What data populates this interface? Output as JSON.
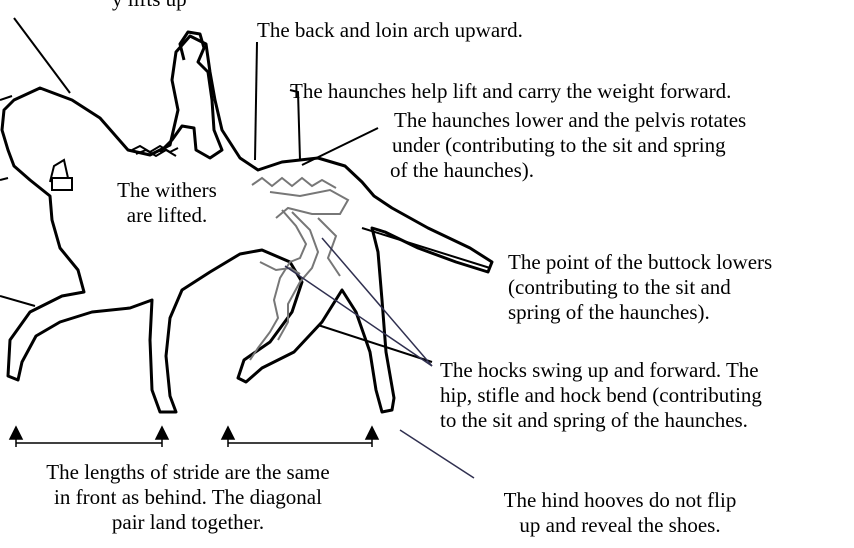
{
  "labels": {
    "top_fragment": "y lifts up",
    "back_loin": "The back and loin arch upward.",
    "haunches_lift": "The haunches help lift and carry the weight forward.",
    "pelvis": [
      "The haunches lower and the pelvis rotates",
      "under (contributing to the sit and spring",
      "of the haunches)."
    ],
    "withers": [
      "The withers",
      "are lifted."
    ],
    "buttock": [
      "The point of the buttock lowers",
      "(contributing to the sit and",
      "spring of the haunches)."
    ],
    "hocks": [
      "The hocks swing up and forward. The",
      "hip, stifle and hock bend (contributing",
      "to the sit and spring of the haunches."
    ],
    "stride": [
      "The lengths of stride are the same",
      "in front as behind. The diagonal",
      "pair land together."
    ],
    "hooves": [
      "The hind hooves do not flip",
      "up and reveal the shoes."
    ]
  },
  "colors": {
    "outline": "#000000",
    "pointer_dark": "#303050",
    "skeleton": "#777777"
  }
}
